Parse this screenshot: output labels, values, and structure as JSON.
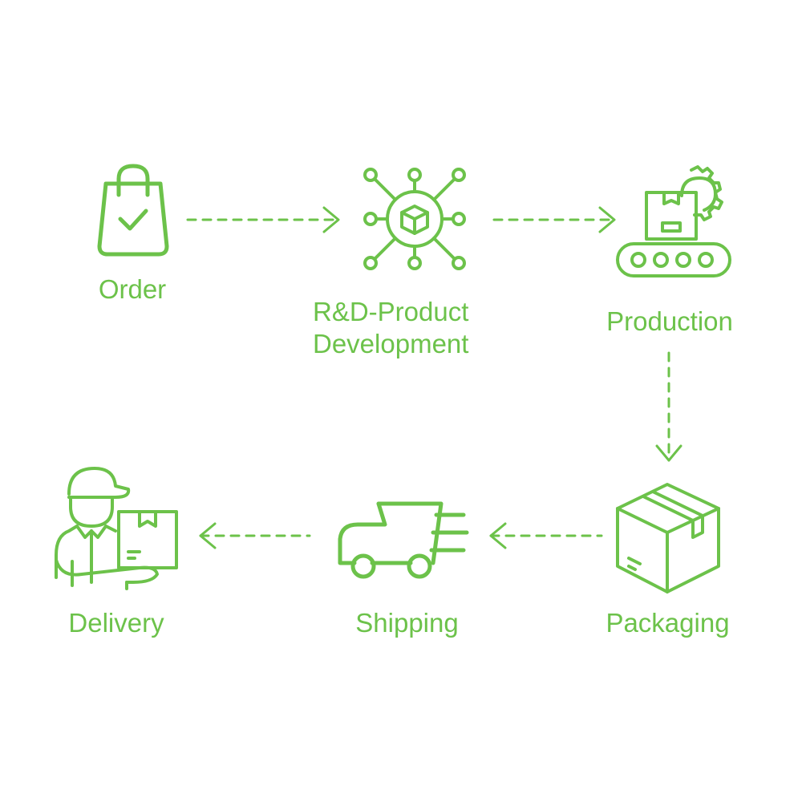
{
  "accent_color": "#6cc24a",
  "steps": [
    {
      "id": "order",
      "label": "Order",
      "icon": "shopping-bag-check-icon"
    },
    {
      "id": "rnd",
      "label_lines": [
        "R&D-Product",
        "Development"
      ],
      "icon": "network-cube-icon"
    },
    {
      "id": "production",
      "label": "Production",
      "icon": "conveyor-gear-icon"
    },
    {
      "id": "packaging",
      "label": "Packaging",
      "icon": "cardboard-box-icon"
    },
    {
      "id": "shipping",
      "label": "Shipping",
      "icon": "fast-truck-icon"
    },
    {
      "id": "delivery",
      "label": "Delivery",
      "icon": "delivery-person-icon"
    }
  ],
  "connectors": [
    {
      "from": "order",
      "to": "rnd",
      "style": "dashed-arrow",
      "direction": "right"
    },
    {
      "from": "rnd",
      "to": "production",
      "style": "dashed-arrow",
      "direction": "right"
    },
    {
      "from": "production",
      "to": "packaging",
      "style": "dashed-arrow",
      "direction": "down"
    },
    {
      "from": "packaging",
      "to": "shipping",
      "style": "dashed-arrow",
      "direction": "left"
    },
    {
      "from": "shipping",
      "to": "delivery",
      "style": "dashed-arrow",
      "direction": "left"
    }
  ]
}
